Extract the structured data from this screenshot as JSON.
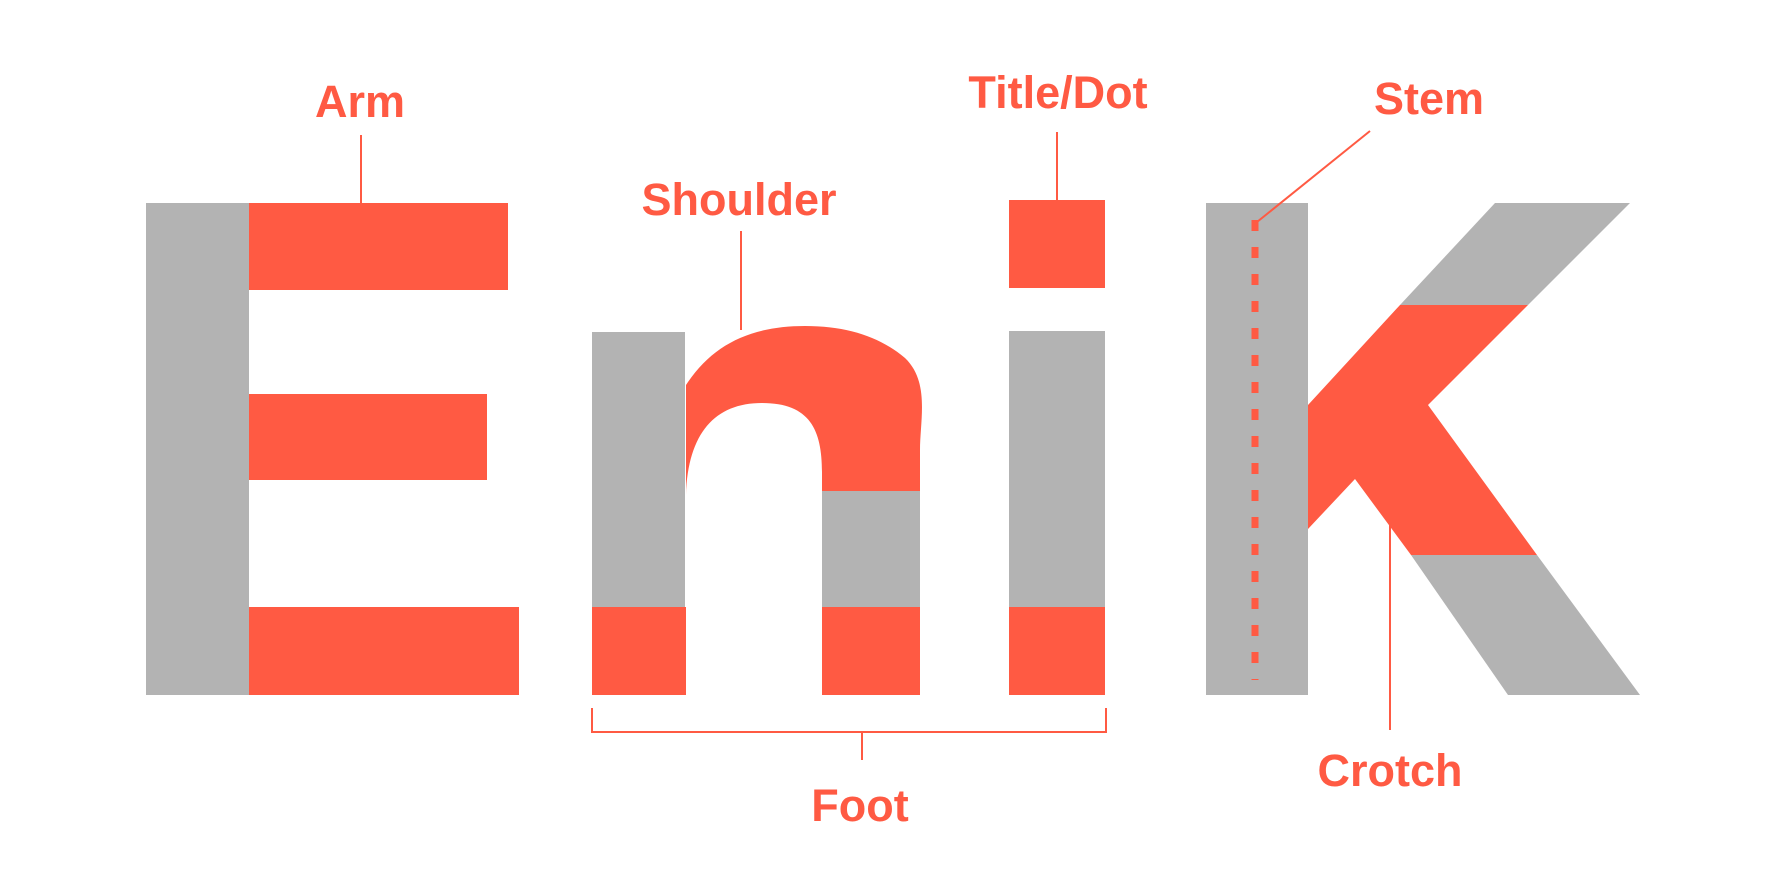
{
  "colors": {
    "background": "#ffffff",
    "glyph": "#b3b3b3",
    "highlight": "#ff5a43"
  },
  "letters": [
    "E",
    "n",
    "i",
    "k"
  ],
  "labels": {
    "arm": "Arm",
    "shoulder": "Shoulder",
    "title_dot": "Title/Dot",
    "stem": "Stem",
    "foot": "Foot",
    "crotch": "Crotch"
  }
}
